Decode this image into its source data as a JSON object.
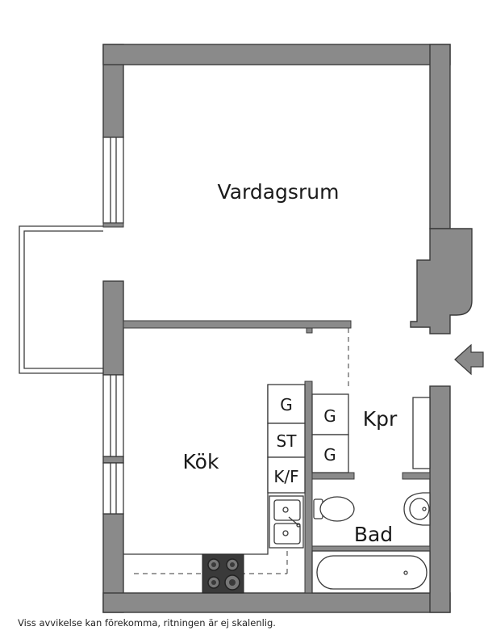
{
  "rooms": {
    "vardagsrum": "Vardagsrum",
    "kok": "Kök",
    "kpr": "Kpr",
    "bad": "Bad"
  },
  "kitchen_units": {
    "g": "G",
    "st": "ST",
    "kf": "K/F"
  },
  "closet_units": {
    "g1": "G",
    "g2": "G"
  },
  "disclaimer": "Viss avvikelse kan förekomma, ritningen är ej skalenlig.",
  "colors": {
    "wall": "#8a8a8a",
    "wall_outline": "#3a3a3a"
  },
  "icons": {
    "entrance": "entrance-arrow-icon"
  }
}
